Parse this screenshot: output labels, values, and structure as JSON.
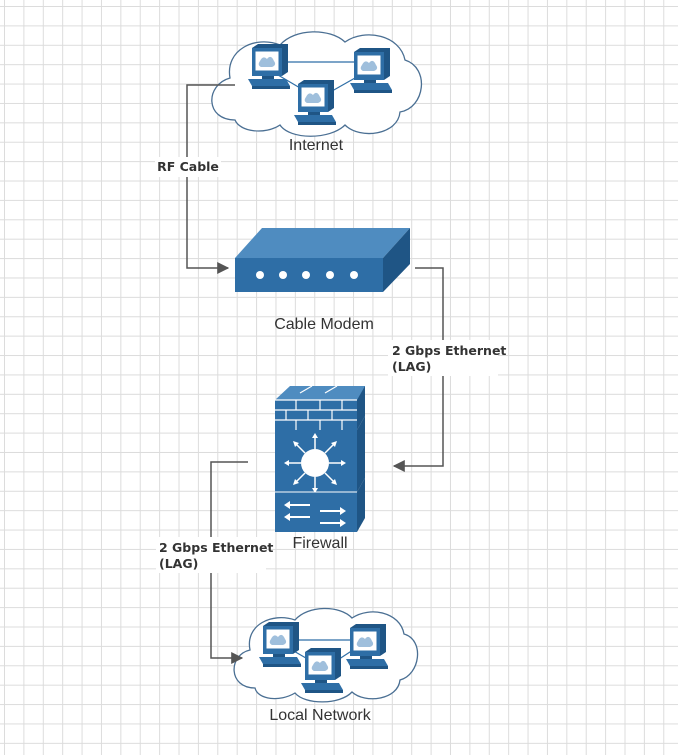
{
  "nodes": {
    "internet": {
      "label": "Internet"
    },
    "cable_modem": {
      "label": "Cable Modem"
    },
    "firewall": {
      "label": "Firewall"
    },
    "local_network": {
      "label": "Local Network"
    }
  },
  "edges": {
    "rf_cable": {
      "label": "RF Cable"
    },
    "modem_to_firewall": {
      "label_line1": "2 Gbps Ethernet",
      "label_line2": "(LAG)"
    },
    "firewall_to_local": {
      "label_line1": "2 Gbps Ethernet",
      "label_line2": "(LAG)"
    }
  },
  "colors": {
    "device_blue": "#2e6ea6",
    "cloud_outline": "#4a6f93",
    "connector": "#555555",
    "grid": "#dcdcdc"
  }
}
